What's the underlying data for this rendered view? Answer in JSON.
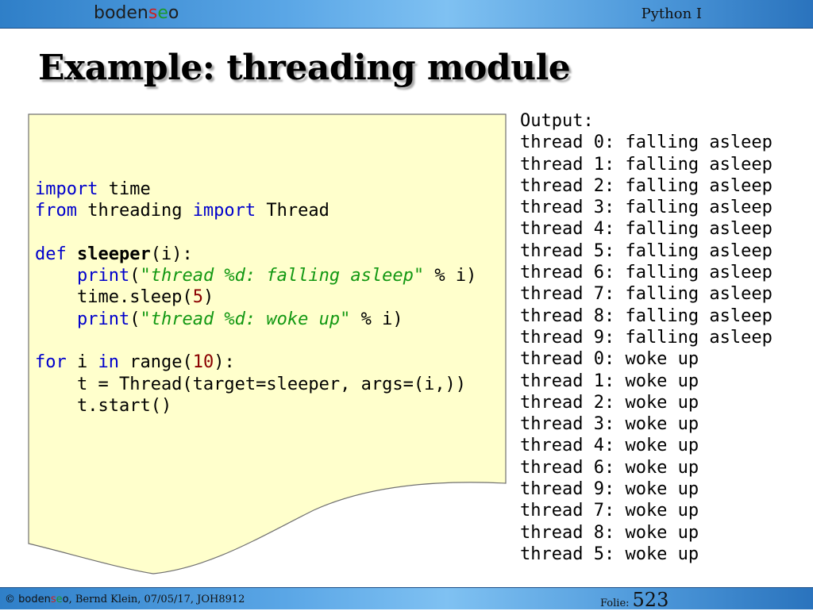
{
  "header": {
    "logo": {
      "part1": "boden",
      "part2": "s",
      "part3": "e",
      "part4": "o"
    },
    "course_title": "Python I"
  },
  "slide": {
    "title": "Example: threading module"
  },
  "code": {
    "lines": [
      [
        {
          "t": "import",
          "c": "kw"
        },
        {
          "t": " time",
          "c": "plain"
        }
      ],
      [
        {
          "t": "from",
          "c": "kw"
        },
        {
          "t": " threading ",
          "c": "plain"
        },
        {
          "t": "import",
          "c": "kw"
        },
        {
          "t": " Thread",
          "c": "plain"
        }
      ],
      [],
      [
        {
          "t": "def",
          "c": "kw"
        },
        {
          "t": " ",
          "c": "plain"
        },
        {
          "t": "sleeper",
          "c": "fn"
        },
        {
          "t": "(i):",
          "c": "plain"
        }
      ],
      [
        {
          "t": "    ",
          "c": "plain"
        },
        {
          "t": "print",
          "c": "bf"
        },
        {
          "t": "(",
          "c": "plain"
        },
        {
          "t": "\"thread %d: falling asleep\"",
          "c": "str"
        },
        {
          "t": " % i)",
          "c": "plain"
        }
      ],
      [
        {
          "t": "    time.sleep(",
          "c": "plain"
        },
        {
          "t": "5",
          "c": "num"
        },
        {
          "t": ")",
          "c": "plain"
        }
      ],
      [
        {
          "t": "    ",
          "c": "plain"
        },
        {
          "t": "print",
          "c": "bf"
        },
        {
          "t": "(",
          "c": "plain"
        },
        {
          "t": "\"thread %d: woke up\"",
          "c": "str"
        },
        {
          "t": " % i)",
          "c": "plain"
        }
      ],
      [],
      [
        {
          "t": "for",
          "c": "kw"
        },
        {
          "t": " i ",
          "c": "plain"
        },
        {
          "t": "in",
          "c": "kw"
        },
        {
          "t": " range(",
          "c": "plain"
        },
        {
          "t": "10",
          "c": "num"
        },
        {
          "t": "):",
          "c": "plain"
        }
      ],
      [
        {
          "t": "    t = Thread(target=sleeper, args=(i,))",
          "c": "plain"
        }
      ],
      [
        {
          "t": "    t.start()",
          "c": "plain"
        }
      ]
    ]
  },
  "output": {
    "lines": [
      "Output:",
      "thread 0: falling asleep",
      "thread 1: falling asleep",
      "thread 2: falling asleep",
      "thread 3: falling asleep",
      "thread 4: falling asleep",
      "thread 5: falling asleep",
      "thread 6: falling asleep",
      "thread 7: falling asleep",
      "thread 8: falling asleep",
      "thread 9: falling asleep",
      "thread 0: woke up",
      "thread 1: woke up",
      "thread 2: woke up",
      "thread 3: woke up",
      "thread 4: woke up",
      "thread 6: woke up",
      "thread 9: woke up",
      "thread 7: woke up",
      "thread 8: woke up",
      "thread 5: woke up"
    ]
  },
  "footer": {
    "copyright": "©",
    "logo": {
      "part1": "boden",
      "part2": "s",
      "part3": "e",
      "part4": "o"
    },
    "credit": ", Bernd Klein, 07/05/17, JOH8912",
    "folie_label": "Folie:",
    "folie_number": "523"
  },
  "colors": {
    "header_blue": "#4d98da",
    "note_fill": "#ffffcc",
    "keyword": "#0000cc",
    "string": "#129812",
    "number": "#8b0000",
    "logo_red": "#cc1f1f",
    "logo_green": "#1b9a2b"
  }
}
